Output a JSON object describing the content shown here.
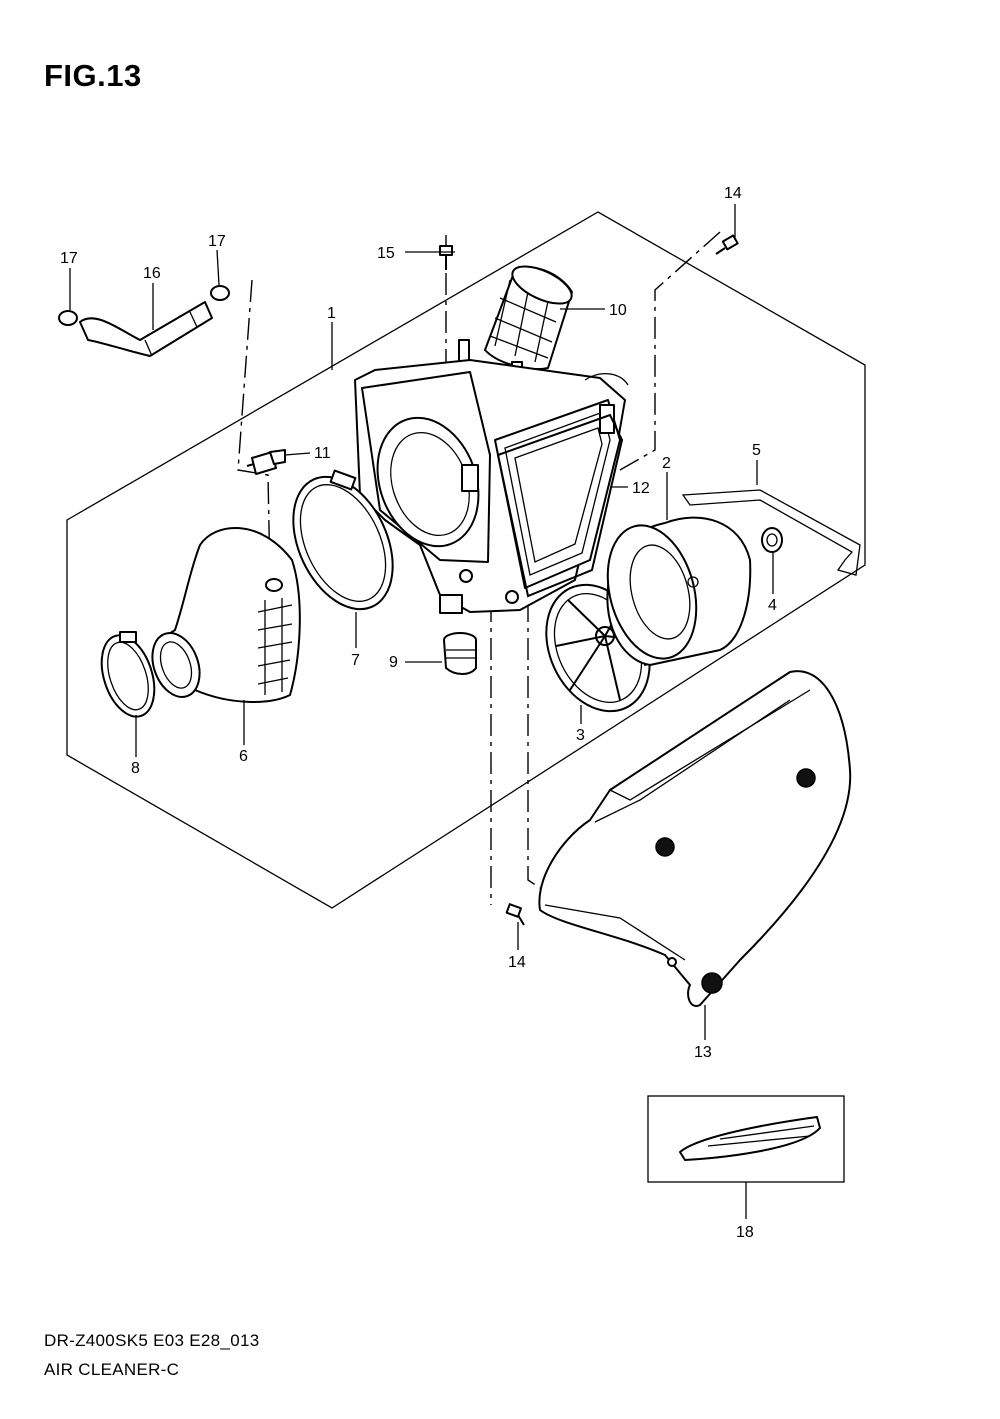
{
  "figure": {
    "title": "FIG.13"
  },
  "footer": {
    "model_code": "DR-Z400SK5 E03 E28_013",
    "section_name": "AIR CLEANER-C"
  },
  "part_labels": {
    "p1": "1",
    "p2": "2",
    "p3": "3",
    "p4": "4",
    "p5": "5",
    "p6": "6",
    "p7": "7",
    "p8": "8",
    "p9": "9",
    "p10": "10",
    "p11": "11",
    "p12": "12",
    "p13": "13",
    "p14a": "14",
    "p14b": "14",
    "p15": "15",
    "p16": "16",
    "p17a": "17",
    "p17b": "17",
    "p18": "18"
  }
}
